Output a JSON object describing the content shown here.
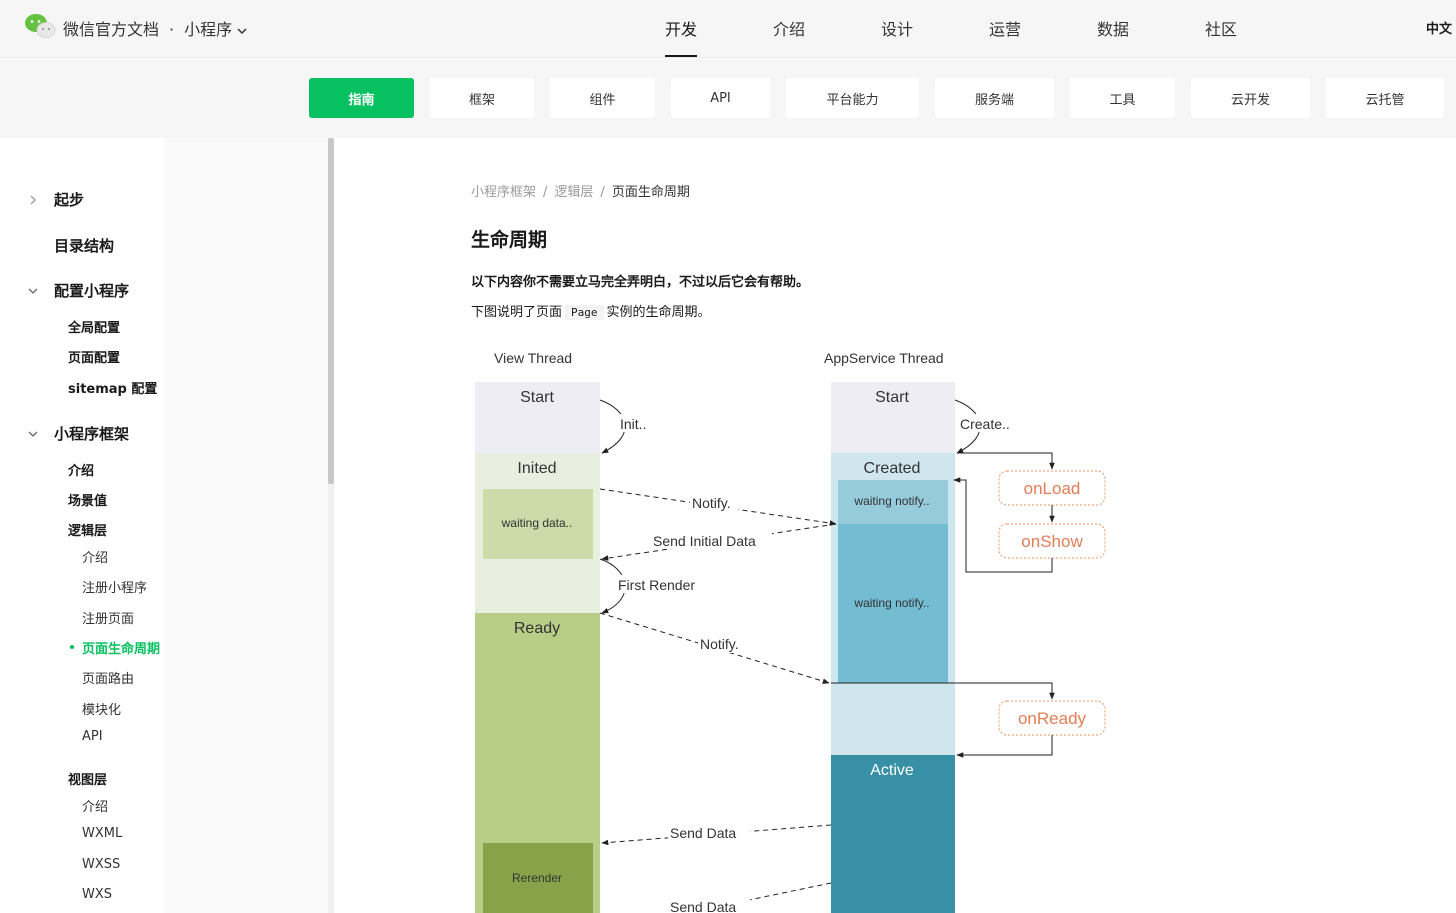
{
  "header": {
    "brand": "微信官方文档",
    "product": "小程序",
    "nav": [
      "开发",
      "介绍",
      "设计",
      "运营",
      "数据",
      "社区"
    ],
    "active_nav": "开发",
    "language": "中文"
  },
  "subnav": {
    "items": [
      "指南",
      "框架",
      "组件",
      "API",
      "平台能力",
      "服务端",
      "工具",
      "云开发",
      "云托管"
    ],
    "active": "指南"
  },
  "sidebar": {
    "items": [
      {
        "label": "起步",
        "level": 1,
        "expanded": false
      },
      {
        "label": "目录结构",
        "level": 1
      },
      {
        "label": "配置小程序",
        "level": 1,
        "expanded": true
      },
      {
        "label": "全局配置",
        "level": 2
      },
      {
        "label": "页面配置",
        "level": 2
      },
      {
        "label": "sitemap 配置",
        "level": 2
      },
      {
        "label": "小程序框架",
        "level": 1,
        "expanded": true
      },
      {
        "label": "介绍",
        "level": 2
      },
      {
        "label": "场景值",
        "level": 2
      },
      {
        "label": "逻辑层",
        "level": 2
      },
      {
        "label": "介绍",
        "level": 3
      },
      {
        "label": "注册小程序",
        "level": 3
      },
      {
        "label": "注册页面",
        "level": 3
      },
      {
        "label": "页面生命周期",
        "level": 3,
        "active": true
      },
      {
        "label": "页面路由",
        "level": 3
      },
      {
        "label": "模块化",
        "level": 3
      },
      {
        "label": "API",
        "level": 3
      },
      {
        "label": "视图层",
        "level": 2
      },
      {
        "label": "介绍",
        "level": 3
      },
      {
        "label": "WXML",
        "level": 3
      },
      {
        "label": "WXSS",
        "level": 3
      },
      {
        "label": "WXS",
        "level": 3
      }
    ]
  },
  "content": {
    "breadcrumb": [
      "小程序框架",
      "逻辑层",
      "页面生命周期"
    ],
    "title": "生命周期",
    "intro": "以下内容你不需要立马完全弄明白，不过以后它会有帮助。",
    "desc_before": "下图说明了页面",
    "desc_code": "Page",
    "desc_after": "实例的生命周期。"
  },
  "diagram": {
    "view_thread": "View Thread",
    "appservice_thread": "AppService Thread",
    "view_start": "Start",
    "view_inited": "Inited",
    "view_waiting": "waiting data..",
    "view_ready": "Ready",
    "view_rerender": "Rerender",
    "app_start": "Start",
    "app_created": "Created",
    "app_waiting_1": "waiting notify..",
    "app_waiting_2": "waiting notify..",
    "app_active": "Active",
    "init_label": "Init..",
    "create_label": "Create..",
    "notify_1": "Notify.",
    "send_initial_data": "Send Initial Data",
    "first_render": "First Render",
    "notify_2": "Notify.",
    "send_data_1": "Send Data",
    "send_data_2": "Send Data",
    "onload": "onLoad",
    "onshow": "onShow",
    "onready": "onReady"
  },
  "colors": {
    "brand_green": "#07c160",
    "view_start": "#efedf4",
    "view_inited": "#e9efdf",
    "view_waiting": "#cbdba9",
    "view_ready": "#b8cd86",
    "view_rerender": "#86a34a",
    "app_start": "#efedf4",
    "app_created": "#cfe6ee",
    "app_waiting": "#74bcd2",
    "app_active": "#3790a6",
    "hook_text": "#e47d56"
  }
}
